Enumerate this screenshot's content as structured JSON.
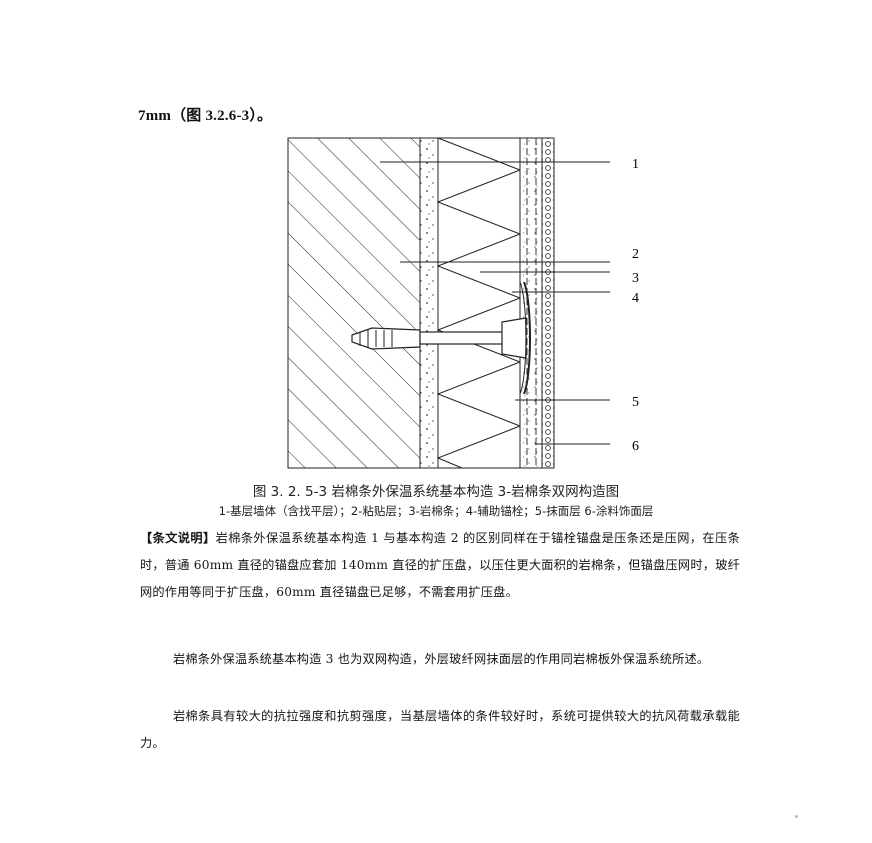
{
  "intro_line": "7mm（图 3.2.6-3）。",
  "figure": {
    "callouts": [
      "1",
      "2",
      "3",
      "4",
      "5",
      "6"
    ],
    "caption": "图 3. 2. 5-3 岩棉条外保温系统基本构造 3-岩棉条双网构造图",
    "legend": "1-基层墙体（含找平层）；2-粘贴层；3-岩棉条；4-辅助锚栓；5-抹面层   6-涂料饰面层"
  },
  "explanation": {
    "lead": "【条文说明】",
    "p1": "岩棉条外保温系统基本构造 1 与基本构造 2 的区别同样在于锚栓锚盘是压条还是压网，在压条时，普通 60mm 直径的锚盘应套加 140mm 直径的扩压盘，以压住更大面积的岩棉条，但锚盘压网时，玻纤网的作用等同于扩压盘，60mm 直径锚盘已足够，不需套用扩压盘。",
    "p2": "岩棉条外保温系统基本构造 3 也为双网构造，外层玻纤网抹面层的作用同岩棉板外保温系统所述。",
    "p3": "岩棉条具有较大的抗拉强度和抗剪强度，当基层墙体的条件较好时，系统可提供较大的抗风荷载承载能力。"
  }
}
